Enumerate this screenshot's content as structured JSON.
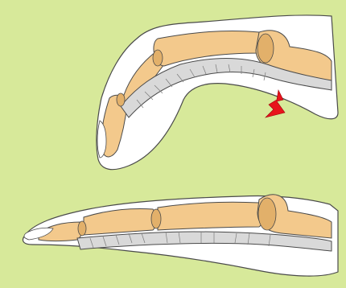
{
  "illustration": {
    "colors": {
      "background": "#d7e99a",
      "skin": "#ffffff",
      "bone": "#f3c98c",
      "bone_shade": "#e2b06a",
      "tendon": "#d9d9d9",
      "tendon_line": "#7a7a7a",
      "outline": "#4a4a4a",
      "marker": "#e8141c"
    },
    "panels": [
      {
        "name": "flexed-finger",
        "state": "flexed"
      },
      {
        "name": "extended-finger",
        "state": "extended"
      }
    ],
    "marker_icon": "lightning-bolt-icon"
  }
}
